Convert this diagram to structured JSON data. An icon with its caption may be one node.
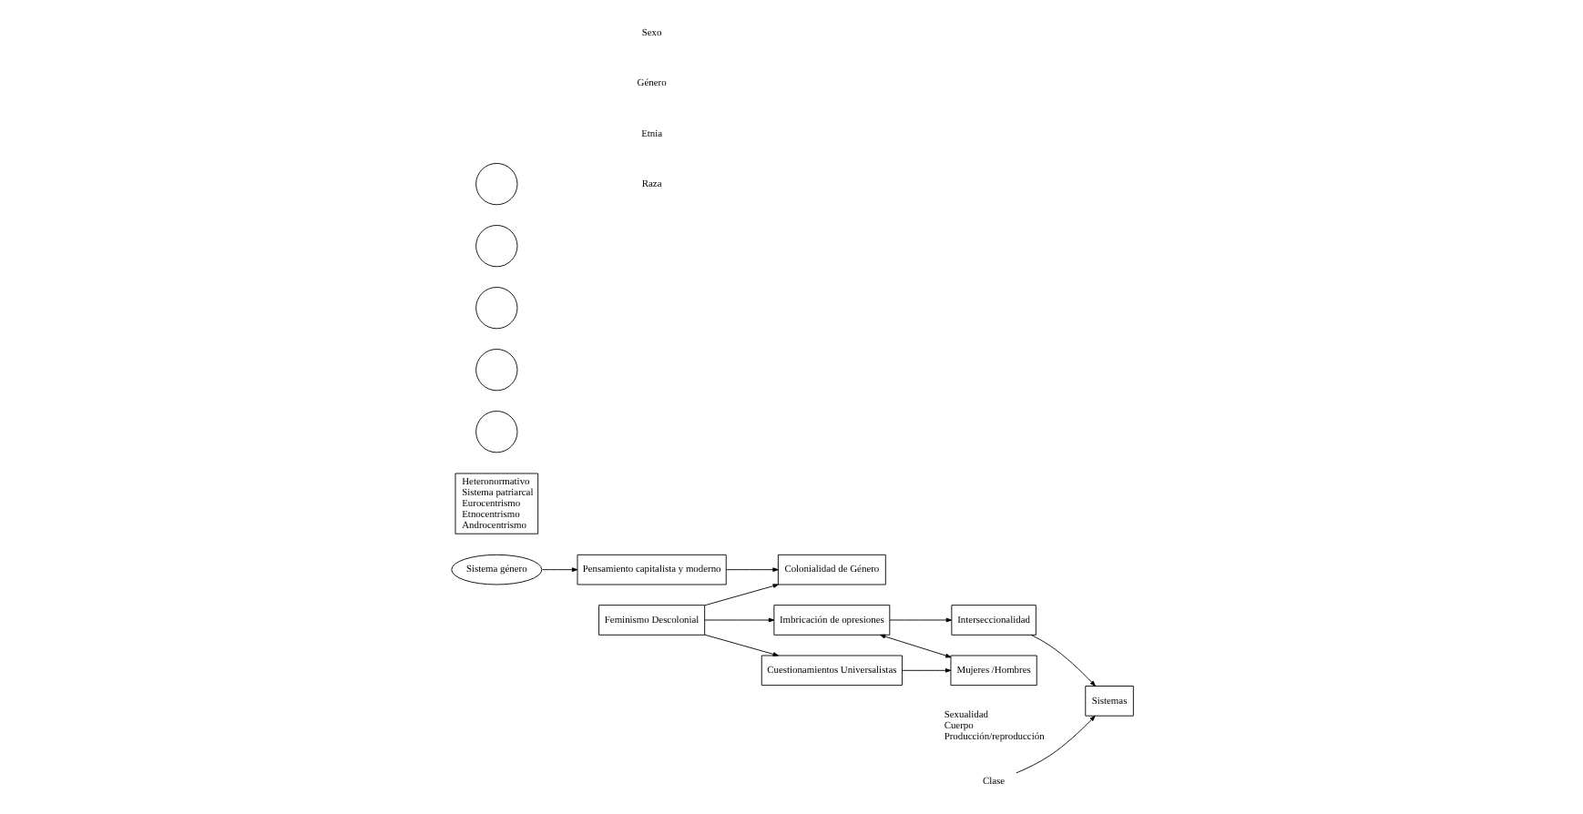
{
  "diagram": {
    "nodes": [
      {
        "text": [
          "Feminismo Descolonial"
        ]
      },
      {
        "text": [
          "Colonialidad de Género"
        ]
      },
      {
        "text": [
          "Pensamiento capitalista y moderno"
        ]
      },
      {
        "text": [
          "Sistema género"
        ]
      },
      {
        "text": [
          "Heteronormativo",
          "Sistema patriarcal",
          "Eurocentrismo",
          "Etnocentrismo",
          "Androcentrismo"
        ]
      },
      {
        "text": [
          "Imbricación de opresiones"
        ]
      },
      {
        "text": [
          "Interseccionalidad"
        ]
      },
      {
        "text": [
          "Sistemas"
        ]
      },
      {
        "text": [
          "Cuestionamientos Universalistas"
        ]
      },
      {
        "text": [
          "Mujeres /Hombres"
        ],
        "beside": [
          "Sexualidad",
          "Cuerpo",
          "Producción/reproducción"
        ]
      },
      {
        "text": [
          "Clase"
        ]
      },
      {
        "text": [],
        "shape": "circle"
      },
      {
        "text": [],
        "shape": "circle"
      },
      {
        "text": [],
        "shape": "circle"
      },
      {
        "text": [],
        "shape": "circle"
      },
      {
        "text": [],
        "shape": "circle"
      }
    ],
    "edges": [
      {
        "from": 0,
        "to": 1,
        "arrow": "to"
      },
      {
        "from": 2,
        "to": 1,
        "arrow": "to"
      },
      {
        "from": 3,
        "to": 2,
        "arrow": "to"
      },
      {
        "from": 0,
        "to": 5,
        "arrow": "to"
      },
      {
        "from": 5,
        "to": 6,
        "arrow": "to"
      },
      {
        "from": 6,
        "to": 7,
        "arrow": "to"
      },
      {
        "from": 10,
        "to": 7,
        "arrow": "to"
      },
      {
        "from": 0,
        "to": 8,
        "arrow": "to"
      },
      {
        "from": 8,
        "to": 9,
        "arrow": "to"
      },
      {
        "from": 5,
        "to": 9,
        "arrow": "both"
      }
    ],
    "labels": [
      "Raza",
      "Etnia",
      "Género",
      "Sexo"
    ]
  }
}
